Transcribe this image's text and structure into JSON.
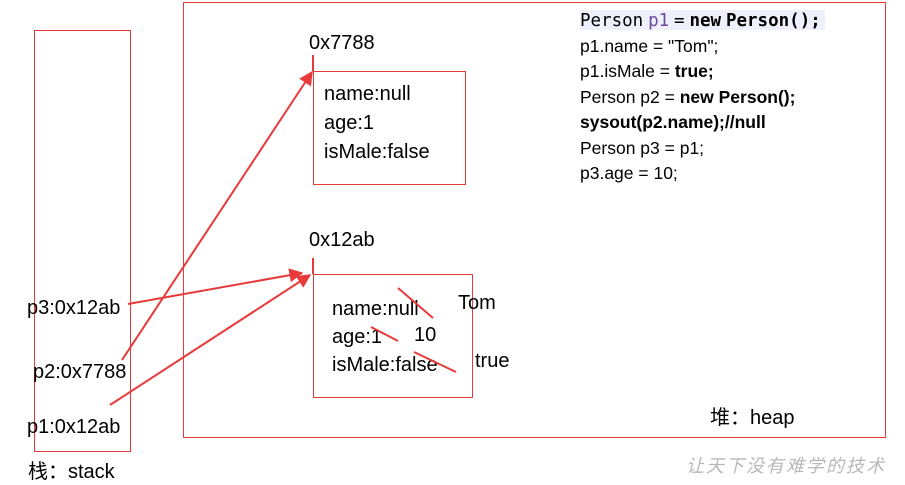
{
  "stack": {
    "caption": "栈：stack",
    "entries": [
      "p3:0x12ab",
      "p2:0x7788",
      "p1:0x12ab"
    ]
  },
  "heap": {
    "caption": "堆：heap",
    "objects": [
      {
        "address": "0x7788",
        "fields": [
          "name:null",
          "age:1",
          "isMale:false"
        ]
      },
      {
        "address": "0x12ab",
        "fields": [
          "name:null",
          "age:1",
          "isMale:false"
        ],
        "updates": [
          "Tom",
          "10",
          "true"
        ]
      }
    ]
  },
  "code": {
    "line1": {
      "type": "Person",
      "var": "p1",
      "eq": "=",
      "kw": "new",
      "ctor": "Person();"
    },
    "line2": "p1.name = \"Tom\";",
    "line3": {
      "pre": "p1.isMale = ",
      "bold": "true;"
    },
    "line4": {
      "pre": "Person p2 = ",
      "bold": "new Person();"
    },
    "line5": "sysout(p2.name);//null",
    "line6": "Person p3 = p1;",
    "line7": "p3.age = 10;"
  },
  "watermark": "让天下没有难学的技术",
  "colors": {
    "accent": "#e83a3a",
    "code_highlight": "#eef1fb"
  }
}
